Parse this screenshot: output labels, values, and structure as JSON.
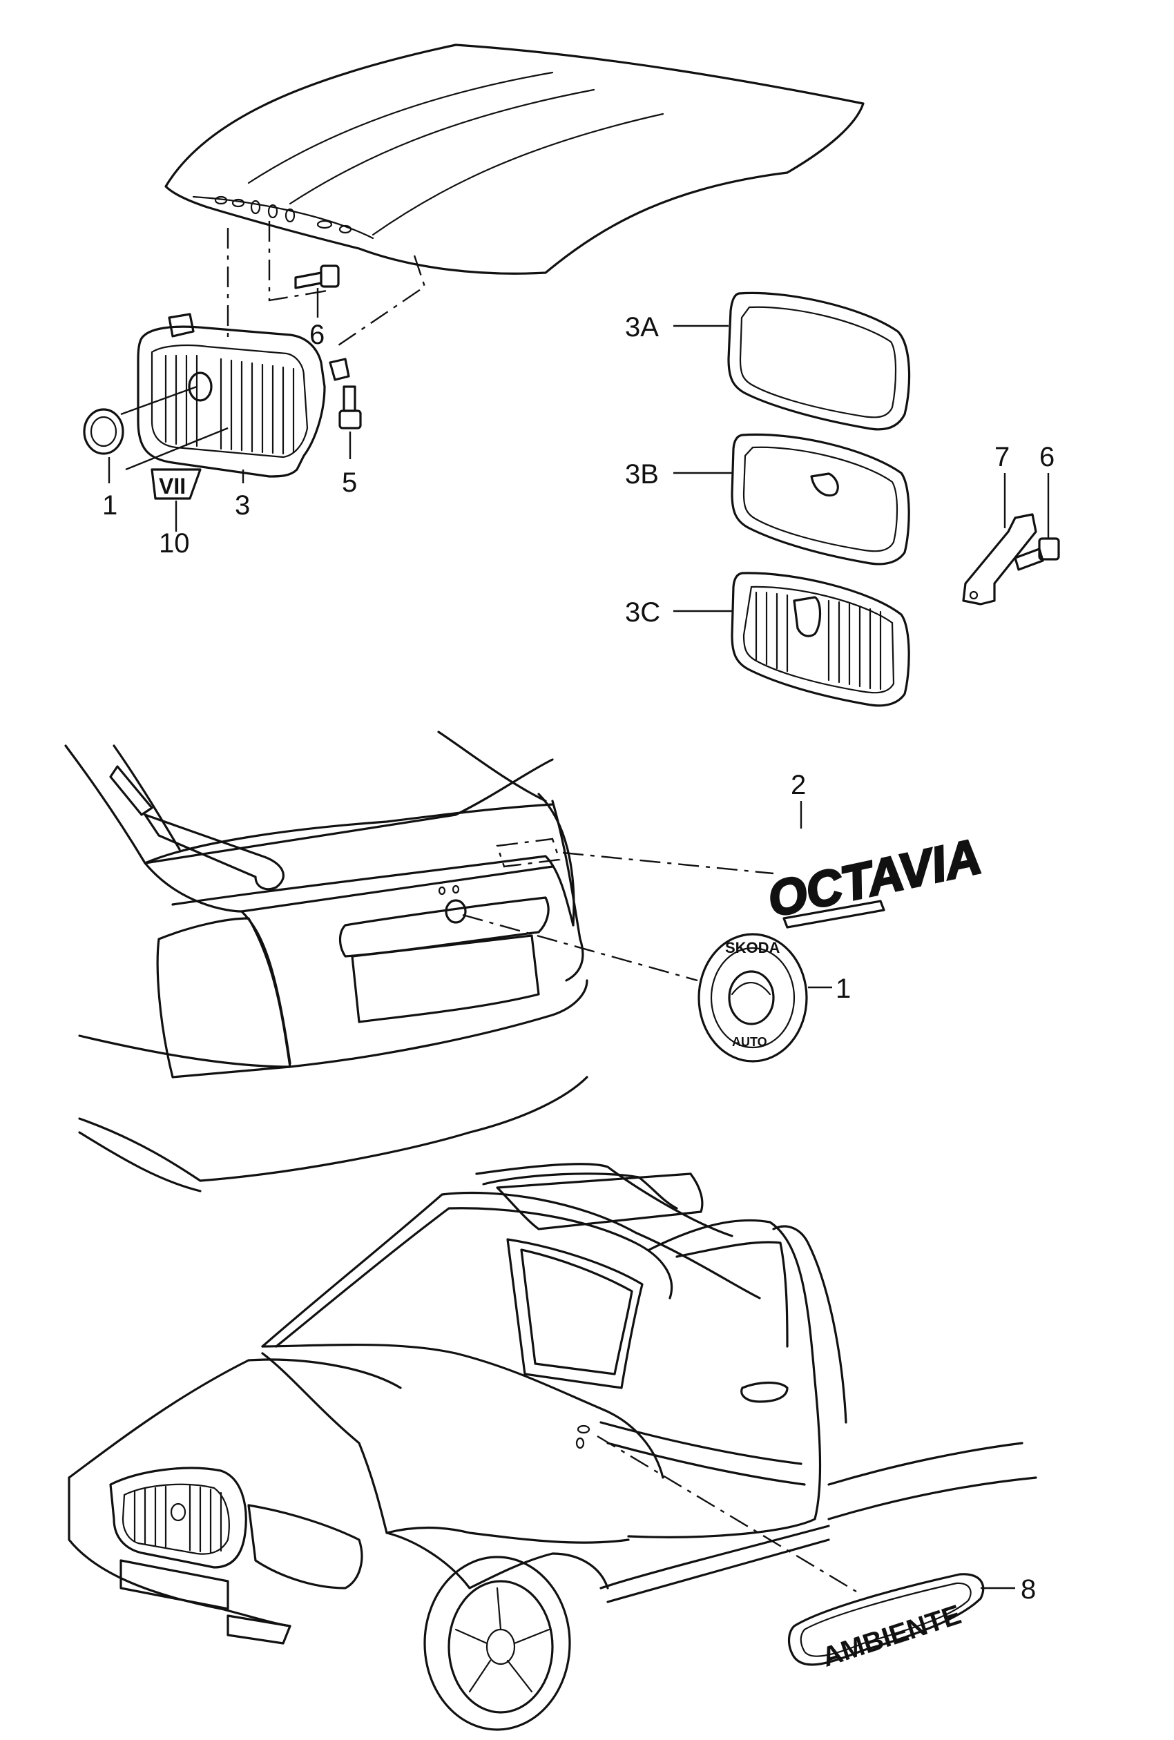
{
  "callouts": {
    "c1_top": "1",
    "c3": "3",
    "c10": "10",
    "c6_top": "6",
    "c5": "5",
    "c3A": "3A",
    "c3B": "3B",
    "c3C": "3C",
    "c7": "7",
    "c6_right": "6",
    "c2": "2",
    "c1_mid": "1",
    "c8": "8"
  },
  "badges": {
    "octavia": "OCTAVIA",
    "ambiente": "AMBIENTE",
    "skoda": "SKODA",
    "auto": "AUTO",
    "vii": "VII"
  }
}
